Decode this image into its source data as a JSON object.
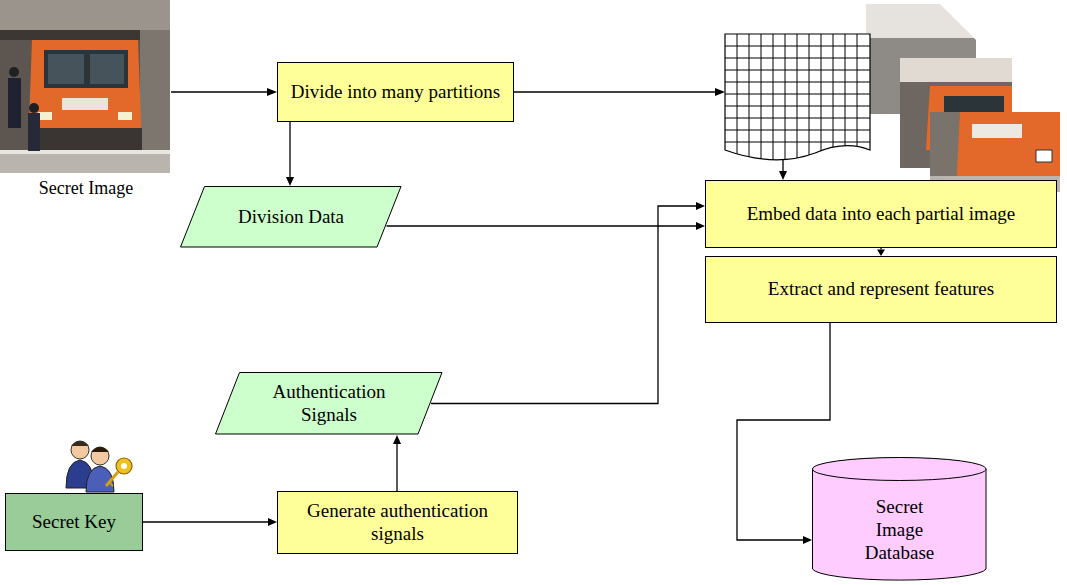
{
  "diagram": {
    "nodes": [
      {
        "text": [
          "Divide into many partitions"
        ]
      },
      {
        "text": [
          "Division Data"
        ]
      },
      {
        "text": [
          "Authentication Signals"
        ]
      },
      {
        "text": [
          "Secret Key"
        ]
      },
      {
        "text": [
          "Generate authentication signals"
        ]
      },
      {
        "text": [
          "Embed data into each partial image"
        ]
      },
      {
        "text": [
          "Extract and represent features"
        ]
      },
      {
        "text": [
          "Secret Image Database"
        ]
      }
    ],
    "edges": [
      {
        "from": 0,
        "to": 1,
        "arrow": "to"
      },
      {
        "from": 1,
        "to": 5,
        "arrow": "to"
      },
      {
        "from": 2,
        "to": 5,
        "arrow": "to"
      },
      {
        "from": 5,
        "to": 6,
        "arrow": "to"
      },
      {
        "from": 6,
        "to": 7,
        "arrow": "to"
      },
      {
        "from": 3,
        "to": 4,
        "arrow": "to"
      },
      {
        "from": 4,
        "to": 2,
        "arrow": "to"
      }
    ],
    "labels": [
      "Secret Image"
    ]
  }
}
